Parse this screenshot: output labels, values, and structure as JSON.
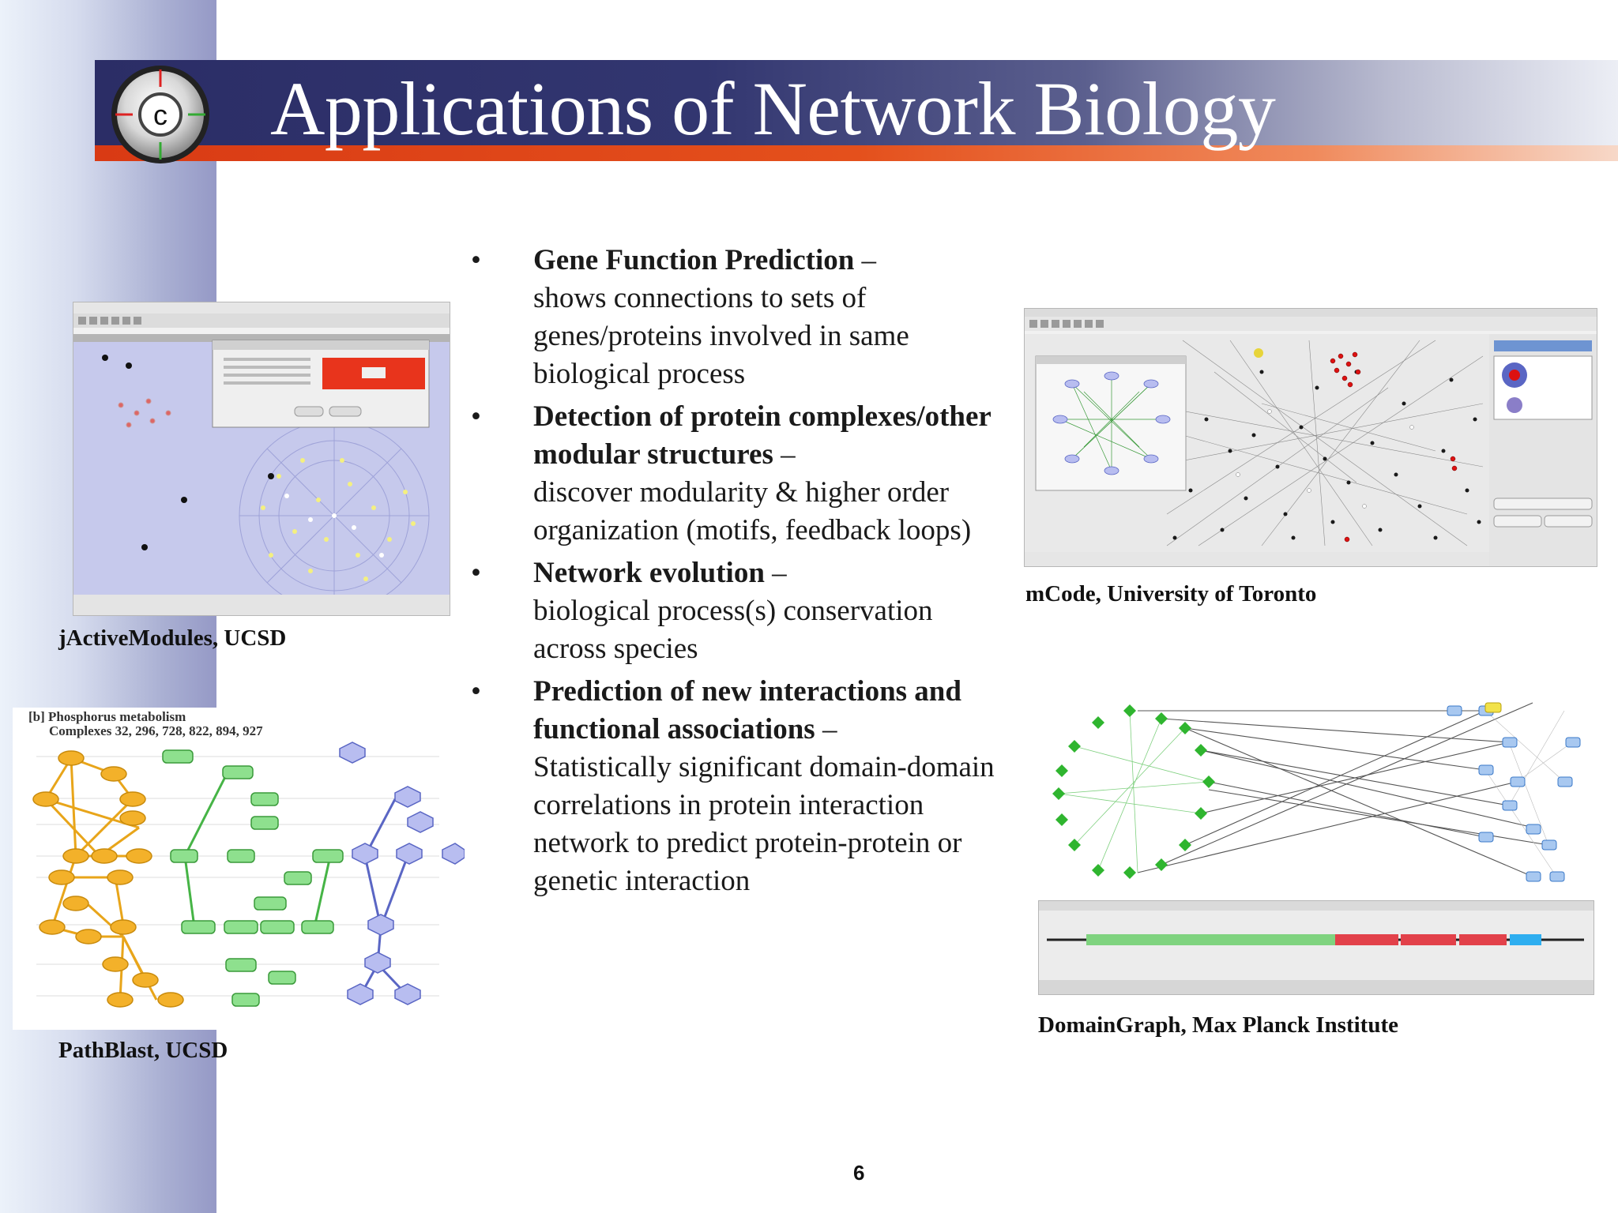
{
  "slide": {
    "title": "Applications of Network Biology",
    "page_number": "6",
    "logo_icon": "cytoscape-c-logo-icon",
    "colors": {
      "title_bar": "#2b2d66",
      "title_stripe": "#e04a1a",
      "left_band": "#9a9ecb"
    }
  },
  "bullets": [
    {
      "head": "Gene Function Prediction",
      "sep": " –",
      "body": "shows connections to sets of genes/proteins involved in same biological process"
    },
    {
      "head": "Detection of protein complexes/other modular structures",
      "sep": " –",
      "body": "discover modularity & higher order organization (motifs, feedback loops)"
    },
    {
      "head": "Network evolution",
      "sep": " –",
      "body": " biological process(s) conservation across species"
    },
    {
      "head": "Prediction of new interactions and functional associations",
      "sep": " –",
      "body": "Statistically significant domain-domain correlations in protein interaction network to predict protein-protein or genetic interaction"
    }
  ],
  "captions": {
    "jactive": "jActiveModules, UCSD",
    "pathblast": "PathBlast, UCSD",
    "mcode": "mCode, University of Toronto",
    "domaingraph": "DomainGraph, Max Planck Institute"
  },
  "pathblast_figure": {
    "label": "[b] Phosphorus metabolism",
    "sublabel": "Complexes 32, 296, 728, 822, 894, 927"
  }
}
